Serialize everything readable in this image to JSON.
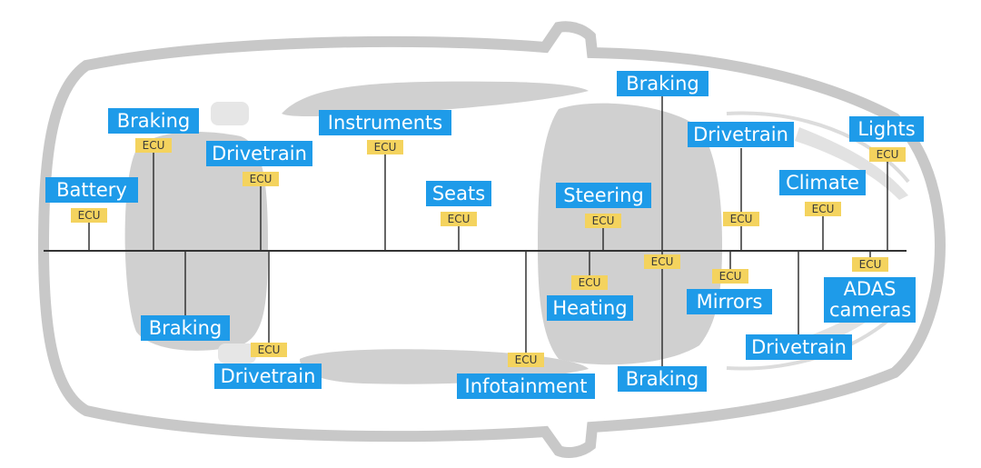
{
  "colors": {
    "label_bg": "#1e9be9",
    "label_text": "#ffffff",
    "ecu_bg": "#f4d35e",
    "bus_line": "#333333",
    "car_outline": "#c8c8c8",
    "car_fill": "#d0d0d0"
  },
  "ecu_text": "ECU",
  "labels": {
    "battery": "Battery",
    "braking_rear_top": "Braking",
    "drivetrain_rear_top": "Drivetrain",
    "instruments": "Instruments",
    "seats": "Seats",
    "steering": "Steering",
    "braking_front_top": "Braking",
    "drivetrain_front_top": "Drivetrain",
    "lights": "Lights",
    "climate": "Climate",
    "braking_rear_bottom": "Braking",
    "drivetrain_rear_bottom": "Drivetrain",
    "infotainment": "Infotainment",
    "heating": "Heating",
    "braking_front_bottom": "Braking",
    "mirrors": "Mirrors",
    "adas_line1": "ADAS",
    "adas_line2": "cameras",
    "drivetrain_front_bottom": "Drivetrain"
  }
}
